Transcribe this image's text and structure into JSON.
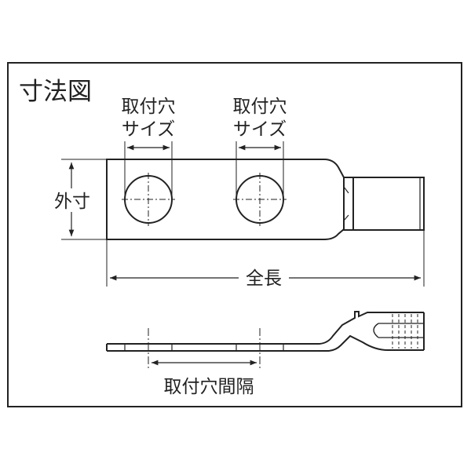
{
  "diagram": {
    "title": "寸法図",
    "labels": {
      "hole_size_left_line1": "取付穴",
      "hole_size_left_line2": "サイズ",
      "hole_size_right_line1": "取付穴",
      "hole_size_right_line2": "サイズ",
      "width": "外寸",
      "total_length": "全長",
      "hole_spacing": "取付穴間隔"
    }
  },
  "colors": {
    "stroke": "#222222",
    "background": "#ffffff"
  }
}
